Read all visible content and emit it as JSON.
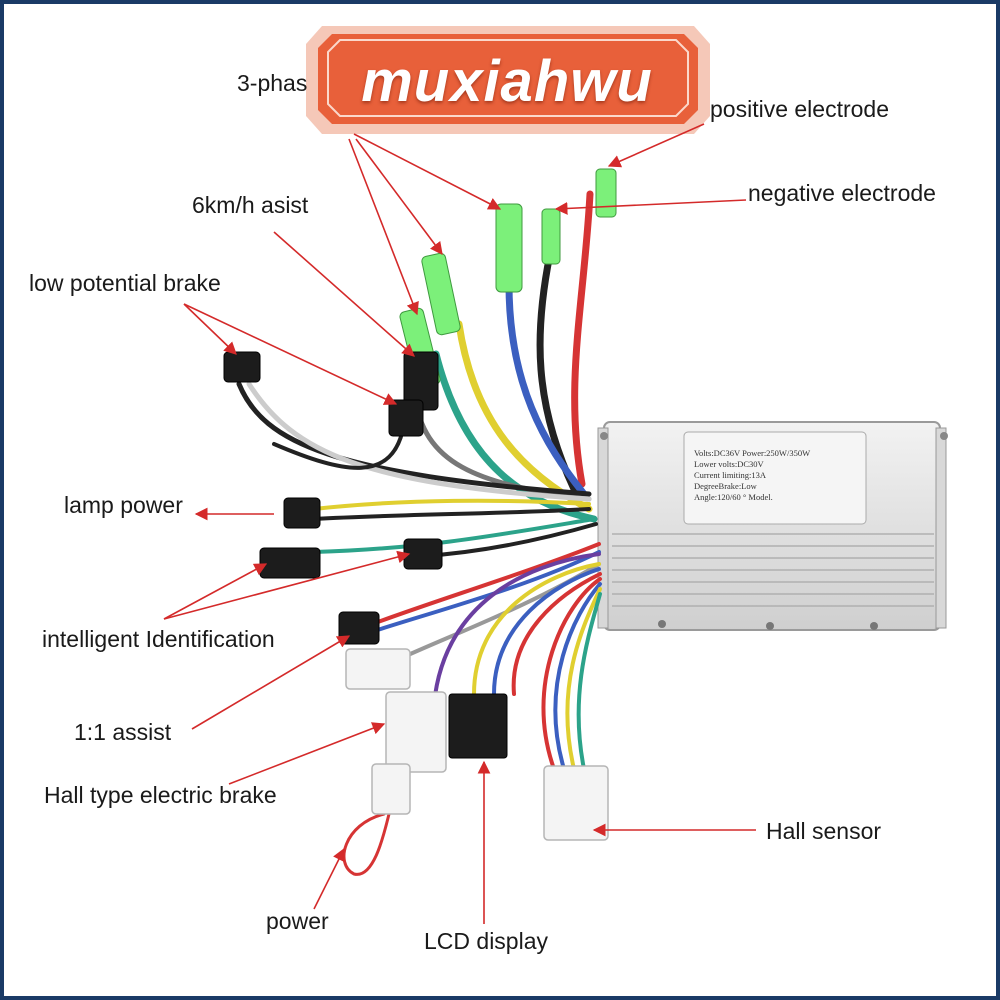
{
  "watermark": {
    "text": "muxiahwu"
  },
  "labels": {
    "three_phase": "3-phas",
    "positive_electrode": "positive electrode",
    "negative_electrode": "negative electrode",
    "assist_6km": "6km/h asist",
    "low_potential_brake": "low potential brake",
    "lamp_power": "lamp power",
    "intelligent_identification": "intelligent Identification",
    "assist_1_1": "1:1 assist",
    "hall_electric_brake": "Hall type electric brake",
    "hall_sensor": "Hall sensor",
    "power": "power",
    "lcd_display": "LCD display"
  },
  "spec_plate": {
    "line1": "Volts:DC36V  Power:250W/350W",
    "line2": "Lower volts:DC30V",
    "line3": "Current limiting:13A",
    "line4": "DegreeBrake:Low",
    "line5": "Angle:120/60 ° Model."
  },
  "colors": {
    "frame": "#1a3a66",
    "arrow": "#d42a2a",
    "watermark_fill": "#e8603a",
    "connector_green": "#7cf07a",
    "controller_body": "#e4e4e4"
  }
}
